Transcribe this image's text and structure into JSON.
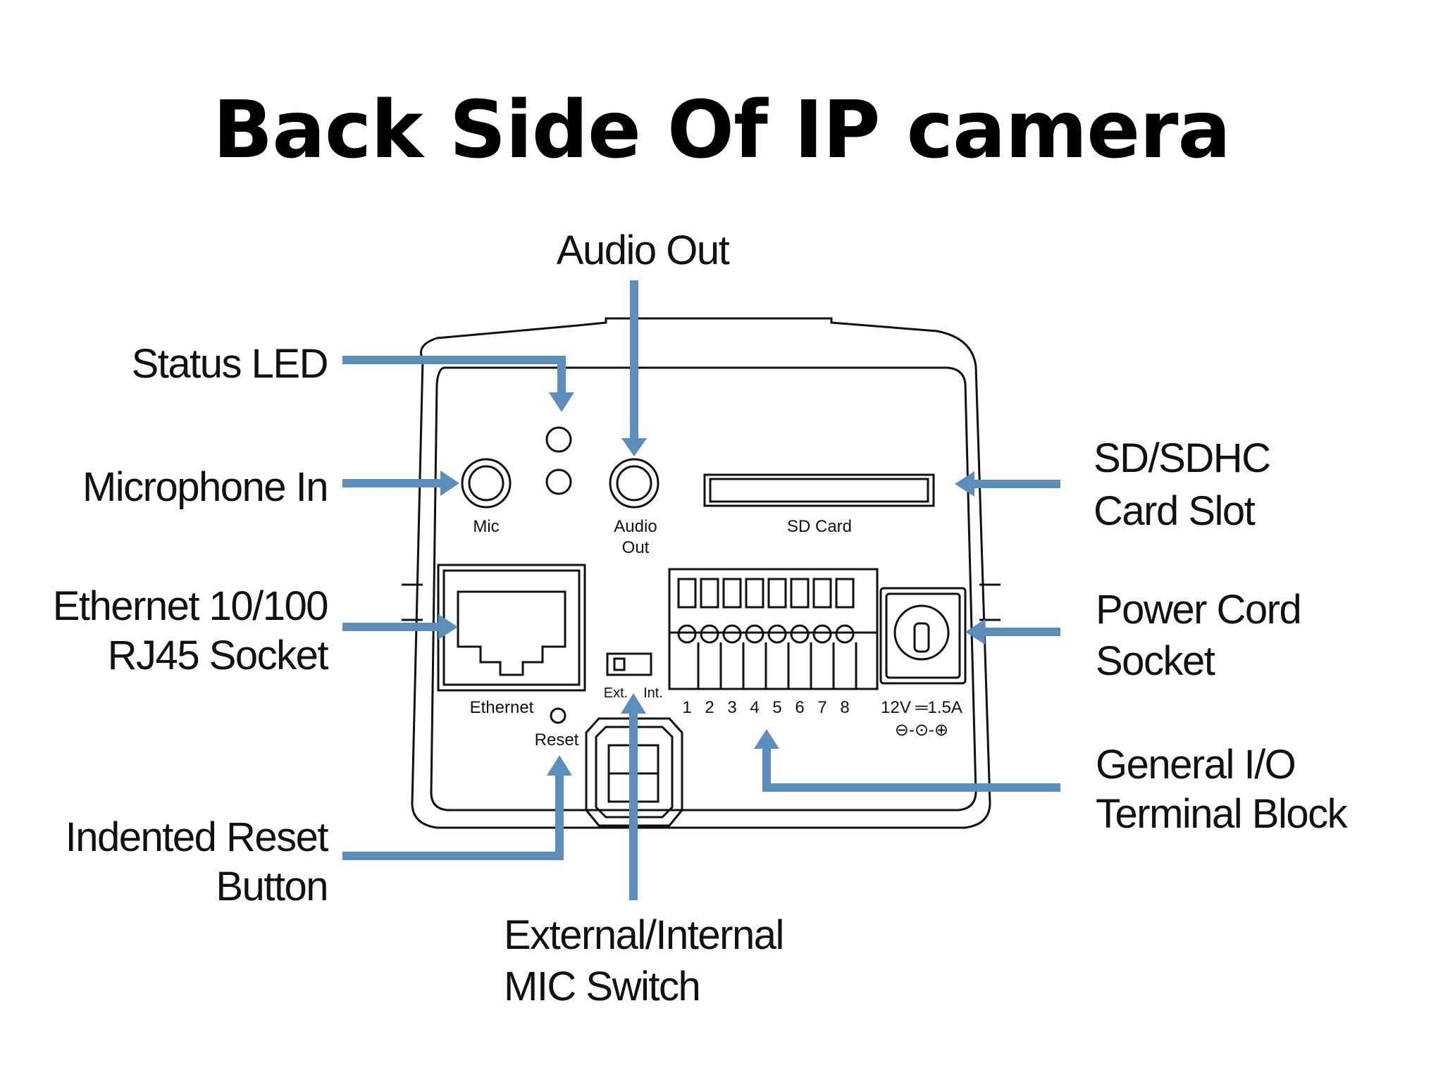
{
  "title": "Back Side Of IP camera",
  "callouts": {
    "audio_out": "Audio Out",
    "status_led": "Status LED",
    "microphone_in": "Microphone In",
    "ethernet_line1": "Ethernet 10/100",
    "ethernet_line2": "RJ45 Socket",
    "reset_line1": "Indented Reset",
    "reset_line2": "Button",
    "mic_switch_line1": "External/Internal",
    "mic_switch_line2": "MIC Switch",
    "sd_line1": "SD/SDHC",
    "sd_line2": "Card Slot",
    "power_line1": "Power Cord",
    "power_line2": "Socket",
    "io_line1": "General I/O",
    "io_line2": "Terminal Block"
  },
  "device_labels": {
    "mic": "Mic",
    "audio_out_line1": "Audio",
    "audio_out_line2": "Out",
    "sd_card": "SD Card",
    "ethernet": "Ethernet",
    "reset": "Reset",
    "ext": "Ext.",
    "int": "Int.",
    "terminals": [
      "1",
      "2",
      "3",
      "4",
      "5",
      "6",
      "7",
      "8"
    ],
    "power_rating": "12V ═1.5A",
    "polarity": "⊖-⊙-⊕"
  },
  "colors": {
    "arrow": "#5b8ebd",
    "line": "#111111"
  }
}
